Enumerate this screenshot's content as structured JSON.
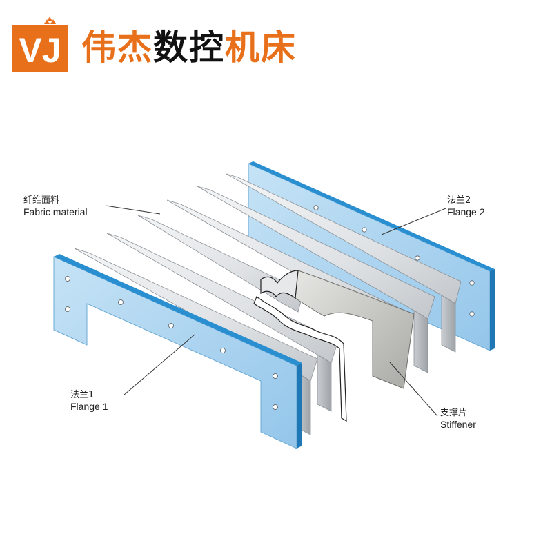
{
  "header": {
    "logo_text": "VJ",
    "brand_chars": [
      {
        "text": "伟",
        "color": "#e8701a"
      },
      {
        "text": "杰",
        "color": "#e8701a"
      },
      {
        "text": "数",
        "color": "#111111"
      },
      {
        "text": "控",
        "color": "#111111"
      },
      {
        "text": "机",
        "color": "#e8701a"
      },
      {
        "text": "床",
        "color": "#e8701a"
      }
    ]
  },
  "labels": {
    "fabric": {
      "zh": "纤维面料",
      "en": "Fabric material"
    },
    "flange2": {
      "zh": "法兰2",
      "en": "Flange 2"
    },
    "flange1": {
      "zh": "法兰1",
      "en": "Flange 1"
    },
    "stiffener": {
      "zh": "支撑片",
      "en": "Stiffener"
    }
  },
  "colors": {
    "brand_orange": "#e8701a",
    "flange_blue": "#a9d4ef",
    "flange_edge": "#2a8fd0",
    "fabric_light": "#eceef0",
    "fabric_dark": "#b9bdc2",
    "stiffener": "#d8d8d5"
  }
}
